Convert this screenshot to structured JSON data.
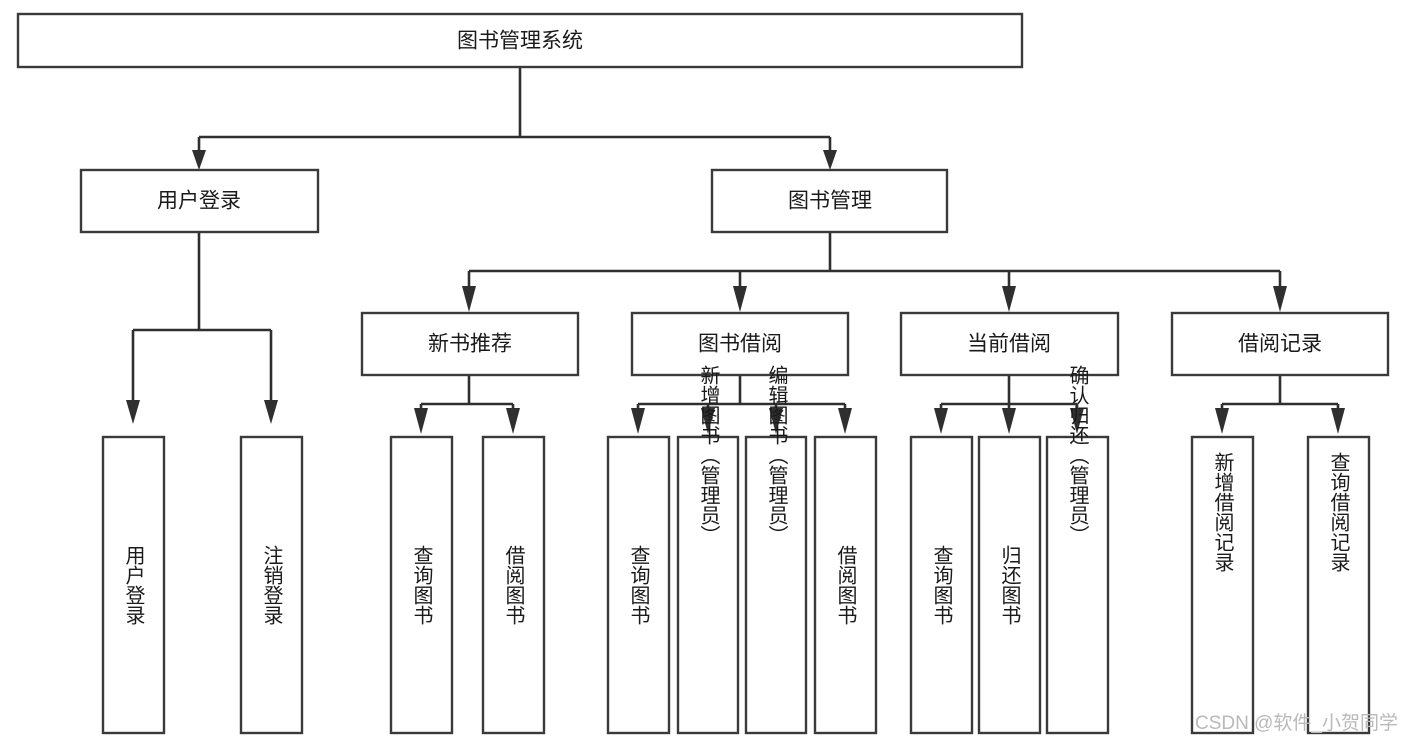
{
  "diagram": {
    "title": "图书管理系统",
    "type": "tree",
    "watermark": "CSDN @软件_小贺同学",
    "colors": {
      "box_fill": "#ffffff",
      "box_stroke": "#3a3a3a",
      "connector": "#2f2f2f",
      "text": "#1a1a1a",
      "watermark": "#b9b9b9",
      "background": "#ffffff"
    },
    "root": {
      "label": "图书管理系统"
    },
    "level2": [
      {
        "label": "用户登录"
      },
      {
        "label": "图书管理"
      }
    ],
    "level3": [
      {
        "label": "新书推荐"
      },
      {
        "label": "图书借阅"
      },
      {
        "label": "当前借阅"
      },
      {
        "label": "借阅记录"
      }
    ],
    "leaves": {
      "user_login": [
        {
          "label": "用户登录"
        },
        {
          "label": "注销登录"
        }
      ],
      "new_book_recommend": [
        {
          "label": "查询图书"
        },
        {
          "label": "借阅图书"
        }
      ],
      "book_borrow": [
        {
          "label": "查询图书"
        },
        {
          "label": "新增图书（管理员）"
        },
        {
          "label": "编辑图书（管理员）"
        },
        {
          "label": "借阅图书"
        }
      ],
      "current_borrow": [
        {
          "label": "查询图书"
        },
        {
          "label": "归还图书"
        },
        {
          "label": "确认归还（管理员）"
        }
      ],
      "borrow_record": [
        {
          "label": "新增借阅记录"
        },
        {
          "label": "查询借阅记录"
        }
      ]
    }
  }
}
